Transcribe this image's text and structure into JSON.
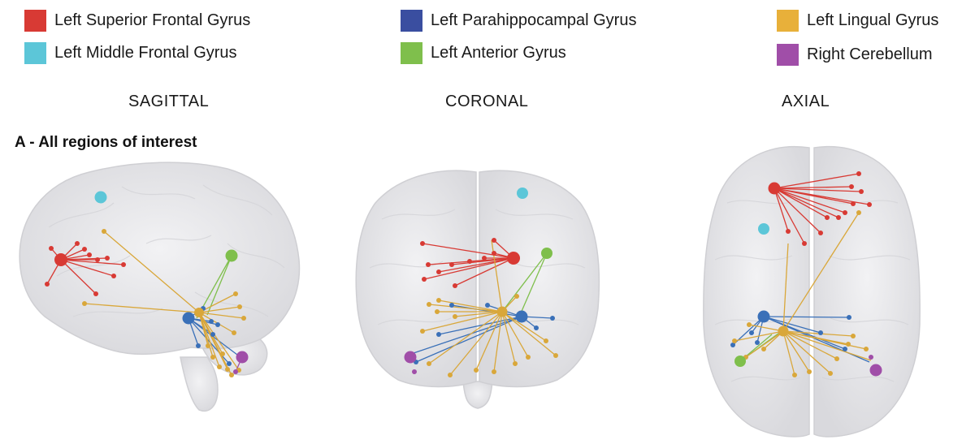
{
  "legend": [
    {
      "label": "Left Superior Frontal Gyrus",
      "color": "#d83a34"
    },
    {
      "label": "Left Middle Frontal Gyrus",
      "color": "#5cc6d8"
    },
    {
      "label": "Left Parahippocampal Gyrus",
      "color": "#3a4ea0"
    },
    {
      "label": "Left Anterior Gyrus",
      "color": "#7fbf4c"
    },
    {
      "label": "Left Lingual Gyrus",
      "color": "#e8b03a"
    },
    {
      "label": "Right Cerebellum",
      "color": "#a04ea8"
    }
  ],
  "views": {
    "sagittal": "SAGITTAL",
    "coronal": "CORONAL",
    "axial": "AXIAL"
  },
  "section_title": "A - All regions of interest",
  "colors": {
    "superior_frontal": "#d83a34",
    "middle_frontal": "#5cc6d8",
    "parahippocampal": "#3a70b8",
    "anterior": "#7fbf4c",
    "lingual": "#d9a73a",
    "cerebellum": "#a04ea8",
    "brain_fill": "#e8e8ea",
    "brain_stroke": "#cfcfd3"
  }
}
